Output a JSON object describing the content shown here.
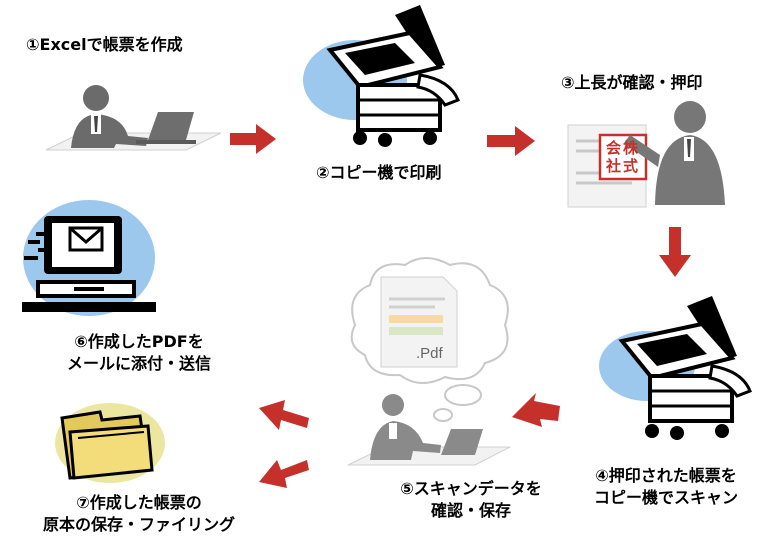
{
  "steps": [
    {
      "id": 1,
      "label_lines": [
        "①Excelで帳票を作成"
      ],
      "icon": "person-at-laptop-icon"
    },
    {
      "id": 2,
      "label_lines": [
        "②コピー機で印刷"
      ],
      "icon": "copier-icon"
    },
    {
      "id": 3,
      "label_lines": [
        "③上長が確認・押印"
      ],
      "icon": "stamped-document-icon"
    },
    {
      "id": 4,
      "label_lines": [
        "④押印された帳票を",
        "コピー機でスキャン"
      ],
      "icon": "copier-icon"
    },
    {
      "id": 5,
      "label_lines": [
        "⑤スキャンデータを",
        "確認・保存"
      ],
      "icon": "person-thinking-pdf-icon"
    },
    {
      "id": 6,
      "label_lines": [
        "⑥作成したPDFを",
        "メールに添付・送信"
      ],
      "icon": "computer-mail-icon"
    },
    {
      "id": 7,
      "label_lines": [
        "⑦作成した帳票の",
        "原本の保存・ファイリング"
      ],
      "icon": "folder-icon"
    }
  ],
  "stamp_text": {
    "line1": "会株",
    "line2": "社式"
  },
  "pdf_text": ".Pdf",
  "colors": {
    "arrow": "#c6302b",
    "blob": "#9cc8ee",
    "folder_blob": "#ece7a0",
    "gray": "#777777"
  }
}
